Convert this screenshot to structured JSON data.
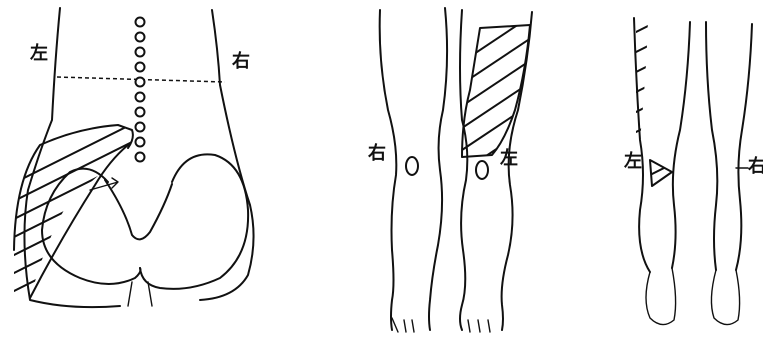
{
  "figure1": {
    "left_label": "左",
    "right_label": "右"
  },
  "figure2": {
    "right_label": "右",
    "left_label": "左"
  },
  "figure3": {
    "left_label": "左",
    "right_label": "右"
  }
}
